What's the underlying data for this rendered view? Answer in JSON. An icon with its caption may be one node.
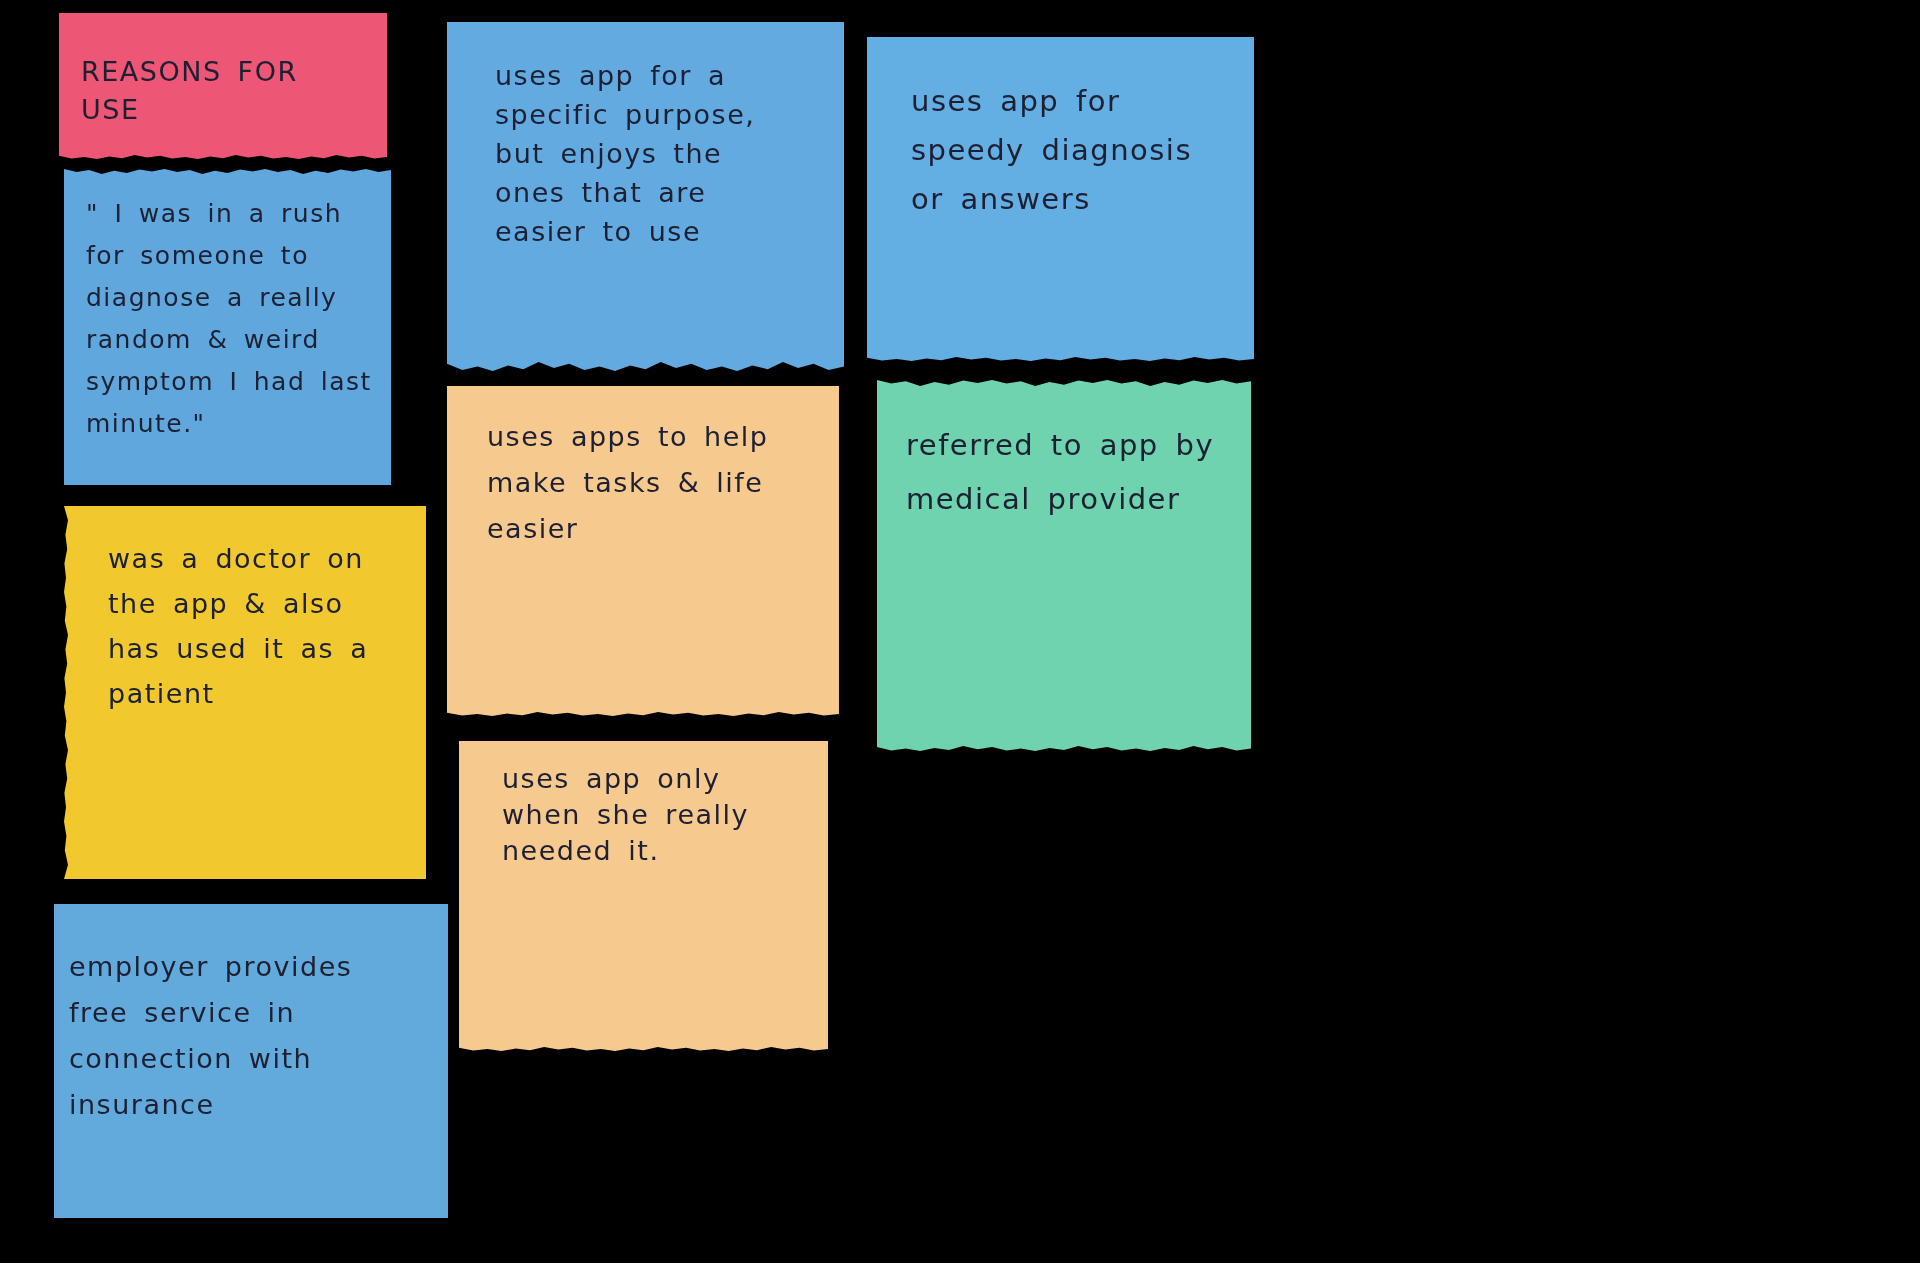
{
  "diagram": {
    "nodes": [
      {
        "text": [
          "REASONS FOR USE"
        ]
      },
      {
        "text": [
          "\" I was in a rush for someone to diagnose a really random & weird symptom I had last minute.\""
        ]
      },
      {
        "text": [
          "was a doctor on the app & also has used it as a patient"
        ]
      },
      {
        "text": [
          "employer provides free service in connection with insurance"
        ]
      },
      {
        "text": [
          "uses app for a specific purpose, but enjoys the ones that are easier to use"
        ]
      },
      {
        "text": [
          "uses apps to help make tasks & life easier"
        ]
      },
      {
        "text": [
          "uses app only when she really needed it."
        ]
      },
      {
        "text": [
          "uses app for speedy diagnosis or answers"
        ]
      },
      {
        "text": [
          "referred to app by medical provider"
        ]
      }
    ]
  }
}
